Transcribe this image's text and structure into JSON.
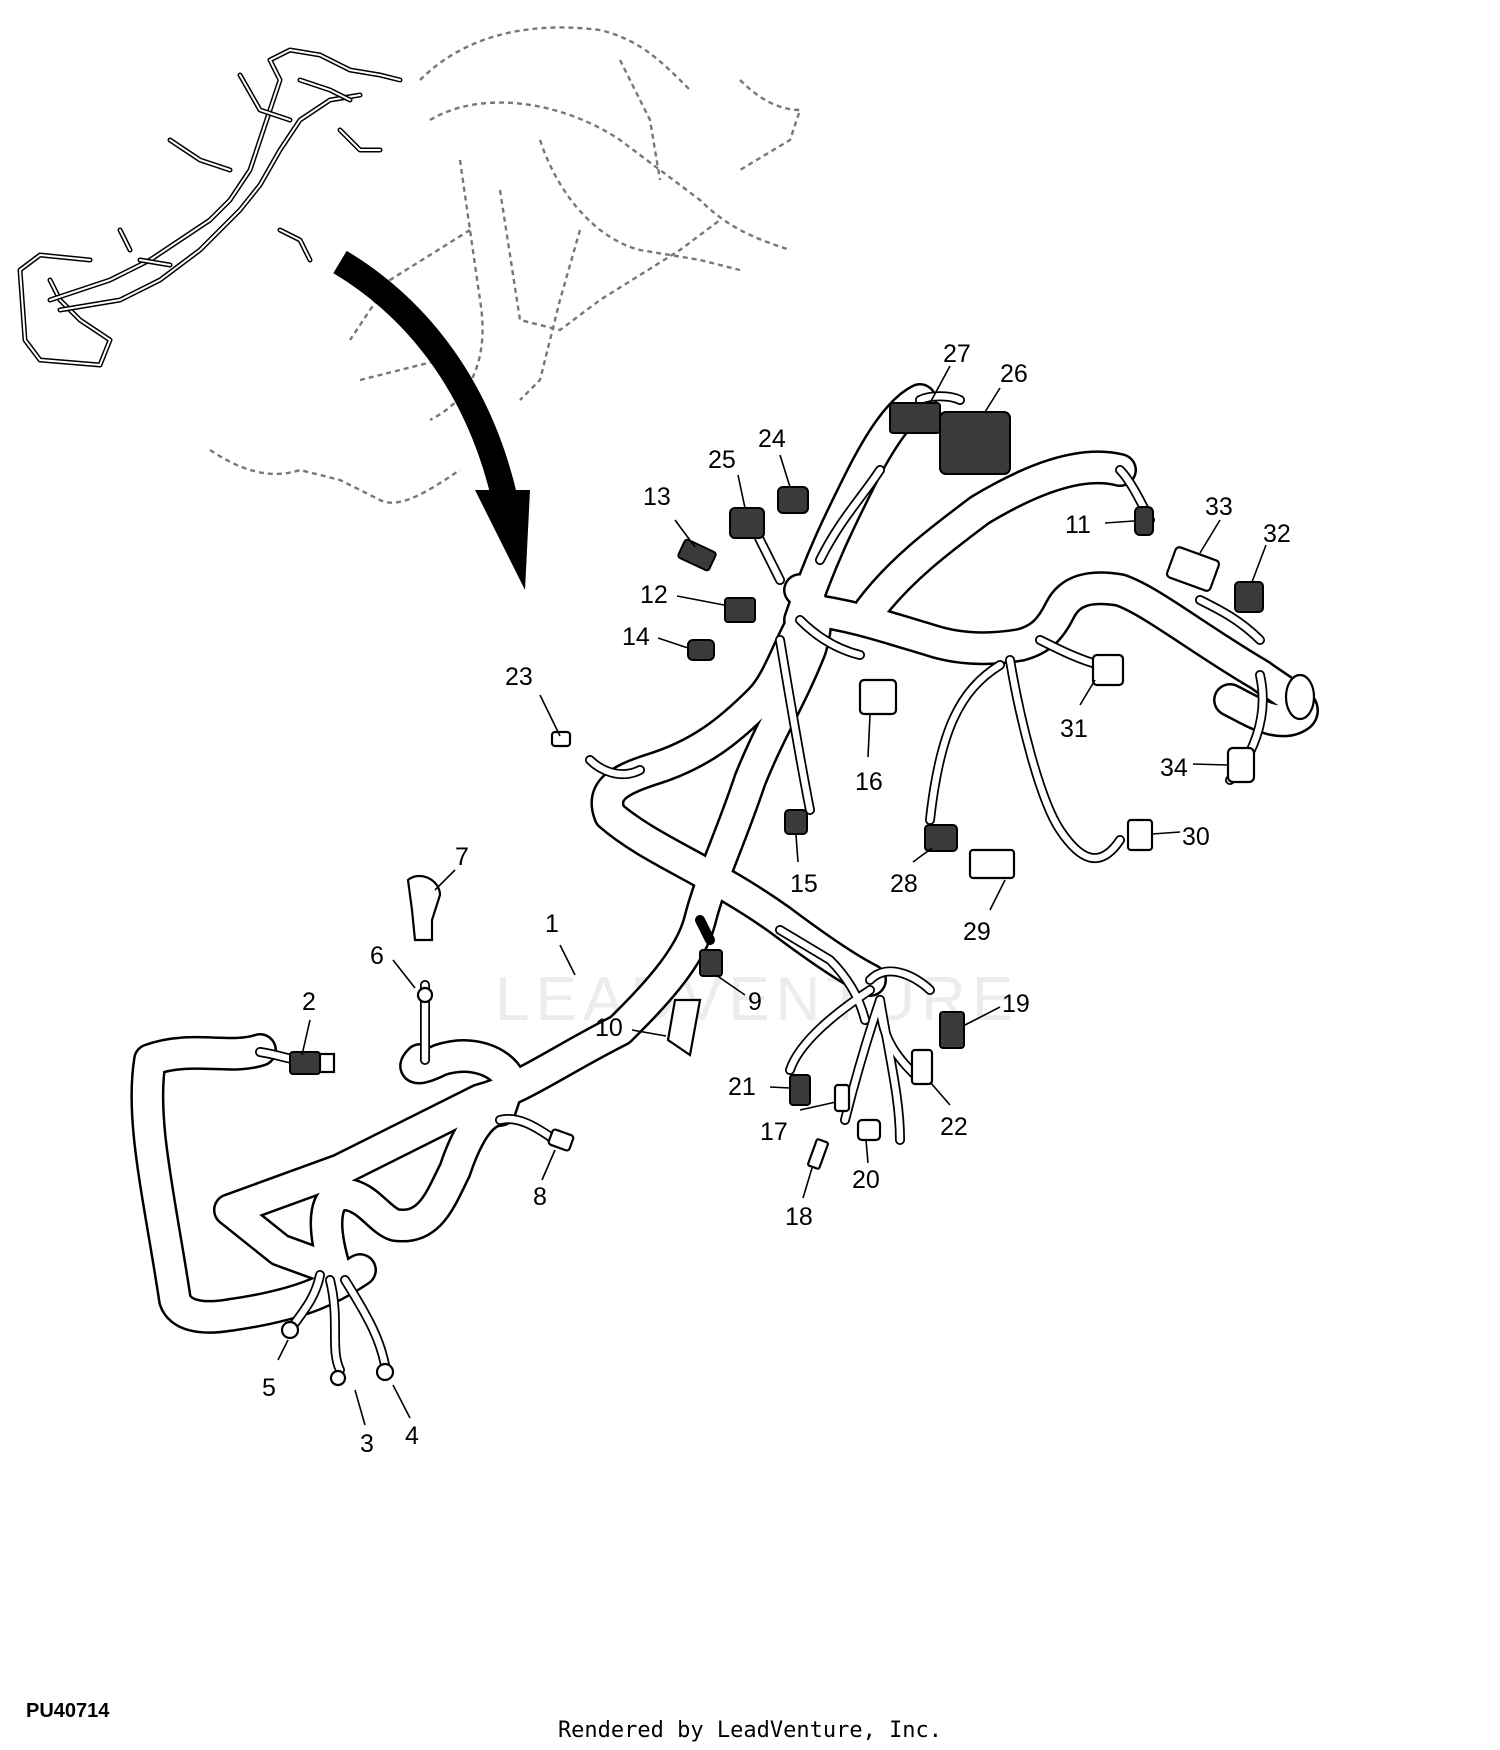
{
  "figure_id": "PU40714",
  "render_credit": "Rendered by LeadVenture, Inc.",
  "watermark": "LEADVENTURE",
  "callouts": [
    "1",
    "2",
    "3",
    "4",
    "5",
    "6",
    "7",
    "8",
    "9",
    "10",
    "11",
    "12",
    "13",
    "14",
    "15",
    "16",
    "17",
    "18",
    "19",
    "20",
    "21",
    "22",
    "23",
    "24",
    "25",
    "26",
    "27",
    "28",
    "29",
    "30",
    "31",
    "32",
    "33",
    "34"
  ]
}
